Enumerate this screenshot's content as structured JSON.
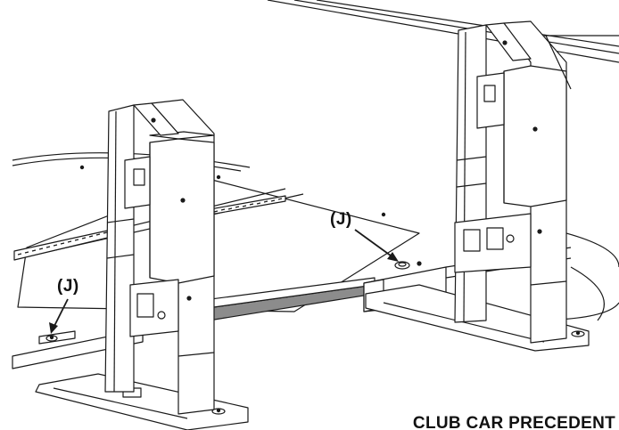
{
  "callouts": {
    "right_label": "(J)",
    "left_label": "(J)"
  },
  "footer": {
    "model_label": "CLUB CAR PRECEDENT"
  },
  "colors": {
    "line": "#1a1a1a",
    "gray_fill": "#8c8c8c",
    "light_fill": "#ffffff"
  }
}
